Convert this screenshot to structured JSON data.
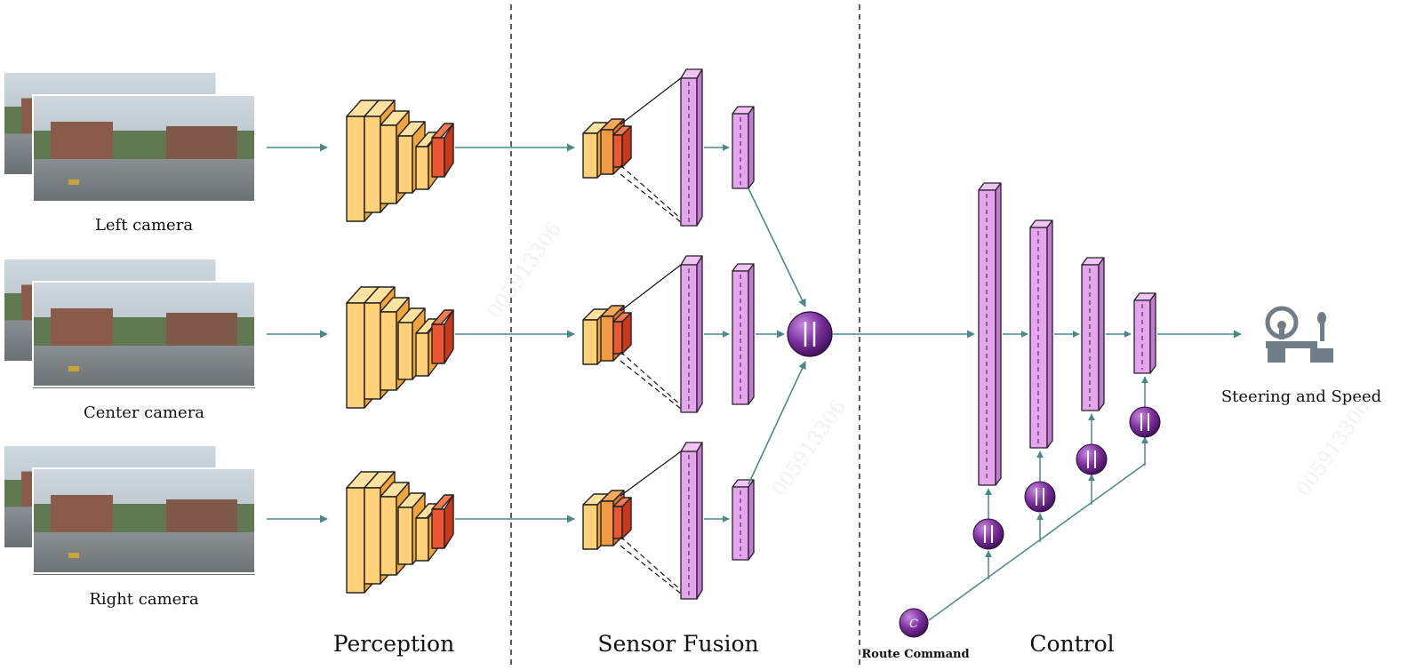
{
  "sections": {
    "perception": "Perception",
    "sensor_fusion": "Sensor Fusion",
    "control": "Control"
  },
  "cameras": [
    {
      "label": "Left camera"
    },
    {
      "label": "Center camera"
    },
    {
      "label": "Right camera"
    }
  ],
  "route_command": {
    "label": "Route Command",
    "symbol": "C"
  },
  "output": {
    "label": "Steering and Speed",
    "icon": "steering-wheel-and-gear-icon"
  },
  "watermark": "005913306",
  "colors": {
    "arrow": "#4a8a86",
    "cnn_light": "#ffd27a",
    "cnn_dark": "#f2a43c",
    "cnn_red": "#e8502a",
    "purple_bar": "#e6a6ef",
    "purple_node": "#7a2f9c",
    "dashed_divider": "#333333"
  }
}
